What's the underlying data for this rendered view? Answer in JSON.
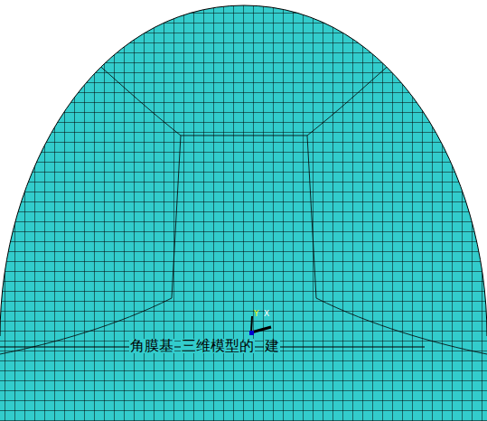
{
  "diagram": {
    "labels": [
      "Y",
      "X",
      "角膜基",
      "三维模型的",
      "建"
    ]
  }
}
